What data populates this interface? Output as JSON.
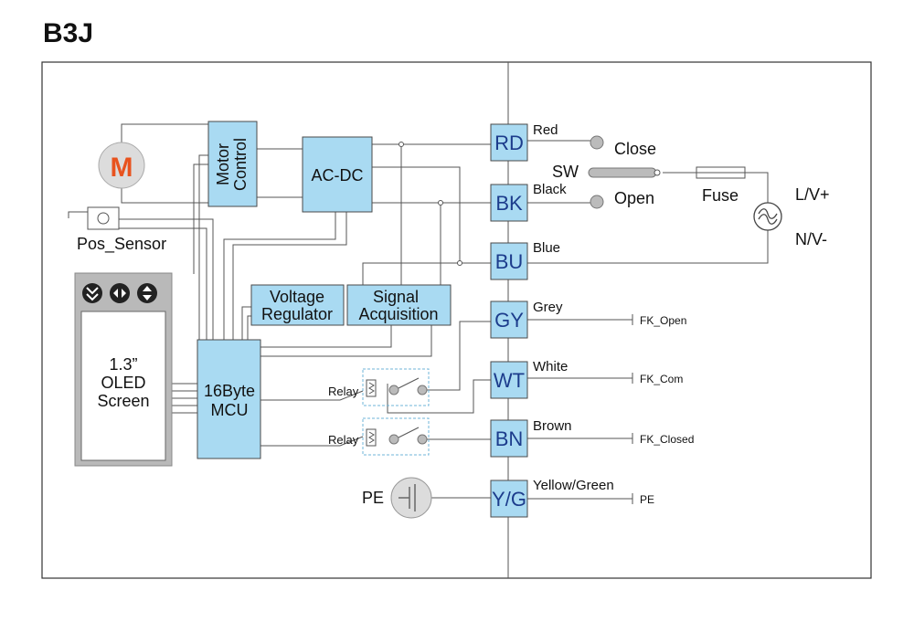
{
  "title": "B3J",
  "blocks": {
    "motor_letter": "M",
    "motor_control": [
      "Motor",
      "Control"
    ],
    "acdc": "AC-DC",
    "pos_sensor": "Pos_Sensor",
    "voltage_regulator": [
      "Voltage",
      "Regulator"
    ],
    "signal_acquisition": [
      "Signal",
      "Acquisition"
    ],
    "oled": [
      "1.3”",
      "OLED",
      "Screen"
    ],
    "mcu": [
      "16Byte",
      "MCU"
    ],
    "relay1": "Relay",
    "relay2": "Relay",
    "pe": "PE"
  },
  "terminals": [
    {
      "code": "RD",
      "color": "Red"
    },
    {
      "code": "BK",
      "color": "Black"
    },
    {
      "code": "BU",
      "color": "Blue"
    },
    {
      "code": "GY",
      "color": "Grey"
    },
    {
      "code": "WT",
      "color": "White"
    },
    {
      "code": "BN",
      "color": "Brown"
    },
    {
      "code": "Y/G",
      "color": "Yellow/Green"
    }
  ],
  "external": {
    "close": "Close",
    "open": "Open",
    "sw": "SW",
    "fuse": "Fuse",
    "line": "L/V+",
    "neutral": "N/V-",
    "fk_open": "FK_Open",
    "fk_com": "FK_Com",
    "fk_closed": "FK_Closed",
    "pe_out": "PE"
  },
  "colors": {
    "block_fill": "#a9daf2",
    "terminal_text": "#1c3c8c",
    "motor_letter": "#e8531f",
    "relay_outline": "#6fb4d8"
  },
  "icons": {
    "buttons": [
      "menu-down-icon",
      "left-right-icon",
      "up-down-icon"
    ],
    "ac_source": "ac-source-icon",
    "earth": "earth-ground-icon"
  }
}
